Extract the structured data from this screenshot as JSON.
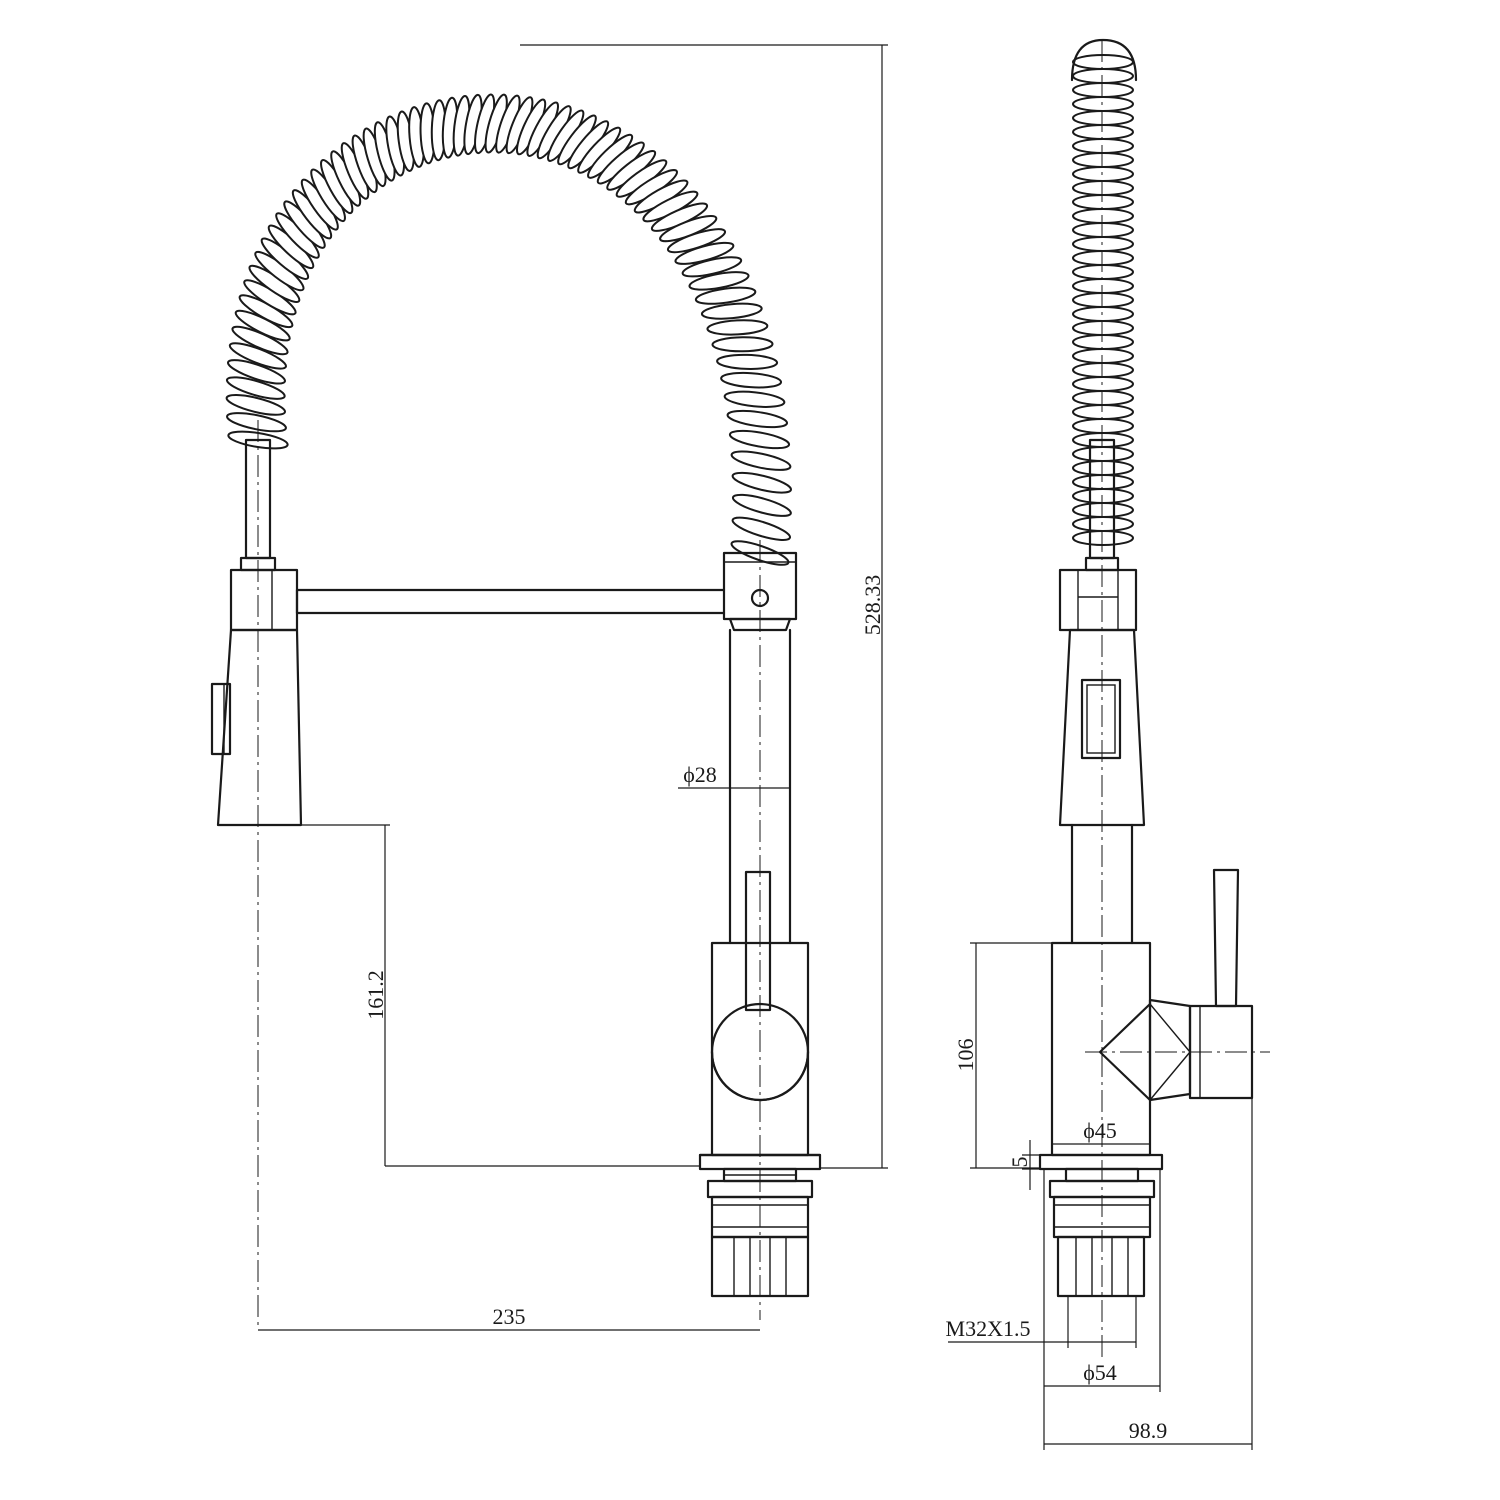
{
  "dimensions": {
    "height_total": "528.33",
    "tube_diameter": "ϕ28",
    "spout_height": "161.2",
    "reach": "235",
    "base_height": "106",
    "base_diameter": "ϕ45",
    "plate_thickness": "5",
    "thread": "M32X1.5",
    "nut_diameter": "ϕ54",
    "depth": "98.9"
  }
}
